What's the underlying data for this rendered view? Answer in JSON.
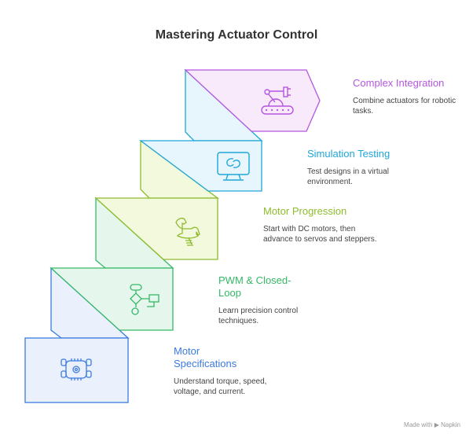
{
  "title": "Mastering Actuator Control",
  "steps": [
    {
      "title": "Motor Specifications",
      "desc": "Understand torque, speed, voltage, and current.",
      "color": "#3b7be0",
      "icon": "motor-icon"
    },
    {
      "title": "PWM & Closed-Loop",
      "desc": "Learn precision control techniques.",
      "color": "#35b866",
      "icon": "flowchart-icon"
    },
    {
      "title": "Motor Progression",
      "desc": "Start with DC motors, then advance to servos and steppers.",
      "color": "#8fbb2e",
      "icon": "rocking-horse-icon"
    },
    {
      "title": "Simulation Testing",
      "desc": "Test designs in a virtual environment.",
      "color": "#1fa6d8",
      "icon": "monitor-icon"
    },
    {
      "title": "Complex Integration",
      "desc": "Combine actuators for robotic tasks.",
      "color": "#b556e0",
      "icon": "robot-arm-icon"
    }
  ],
  "footer": "Made with ▶ Napkin"
}
